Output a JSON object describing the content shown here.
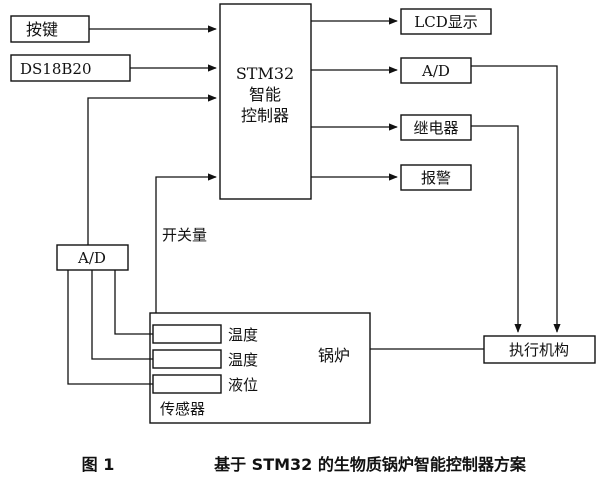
{
  "diagram": {
    "inputs": {
      "keys": "按键",
      "ds18b20": "DS18B20"
    },
    "controller": {
      "line1": "STM32",
      "line2": "智能",
      "line3": "控制器"
    },
    "outputs": {
      "lcd": "LCD显示",
      "ad_out": "A/D",
      "relay": "继电器",
      "alarm": "报警"
    },
    "ad_in": "A/D",
    "switch_qty": "开关量",
    "boiler": {
      "label": "锅炉",
      "sensor_group": "传感器",
      "sensors": [
        "温度",
        "温度",
        "液位"
      ]
    },
    "actuator": "执行机构"
  },
  "caption": {
    "fig": "图 1",
    "text": "基于 STM32 的生物质锅炉智能控制器方案"
  }
}
